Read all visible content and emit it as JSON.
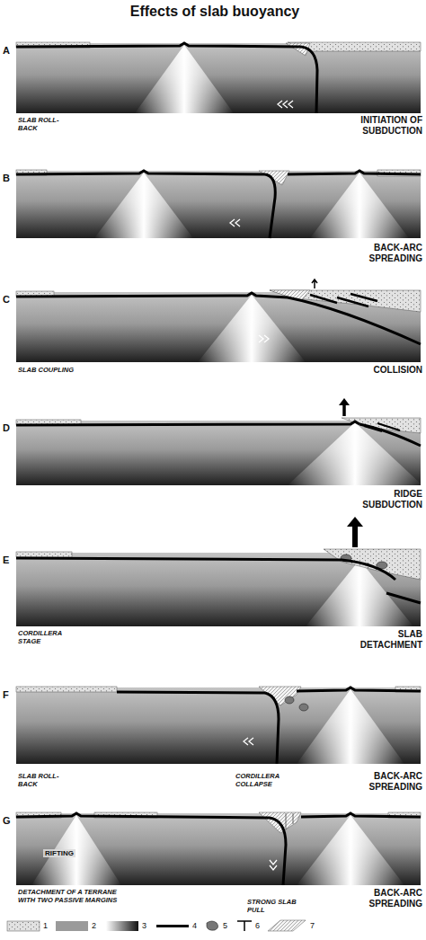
{
  "diagram": {
    "title": "Effects of slab buoyancy",
    "labels": [
      "A",
      "SLAB ROLL-BACK",
      "INITIATION OF SUBDUCTION",
      "B",
      "BACK-ARC SPREADING",
      "C",
      "SLAB COUPLING",
      "COLLISION",
      "D",
      "RIDGE SUBDUCTION",
      "E",
      "CORDILLERA STAGE",
      "SLAB DETACHMENT",
      "F",
      "SLAB ROLL-BACK",
      "CORDILLERA COLLAPSE",
      "BACK-ARC SPREADING",
      "G",
      "RIFTING",
      "DETACHMENT OF A TERRANE WITH TWO PASSIVE MARGINS",
      "STRONG SLAB PULL",
      "BACK-ARC SPREADING"
    ],
    "legend": [
      {
        "text": "1"
      },
      {
        "text": "2",
        "color": "#9a9a9a"
      },
      {
        "text": "3"
      },
      {
        "text": "4"
      },
      {
        "text": "5"
      },
      {
        "text": "6"
      },
      {
        "text": "7"
      }
    ]
  }
}
